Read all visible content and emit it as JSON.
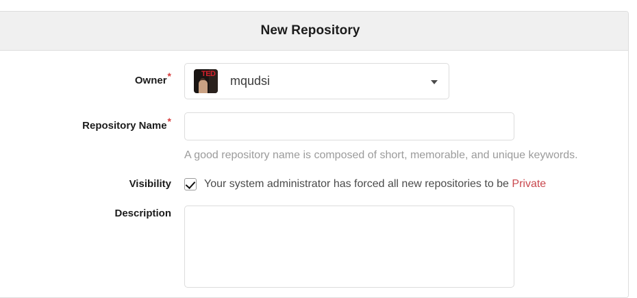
{
  "panel": {
    "title": "New Repository"
  },
  "form": {
    "owner": {
      "label": "Owner",
      "required_marker": "*",
      "selected": "mqudsi",
      "avatar_alt": "mqudsi-avatar",
      "avatar_logo_text": "TED",
      "caret": "chevron-down-icon"
    },
    "repository_name": {
      "label": "Repository Name",
      "required_marker": "*",
      "value": "",
      "placeholder": ""
    },
    "repository_name_help": "A good repository name is composed of short, memorable, and unique keywords.",
    "visibility": {
      "label": "Visibility",
      "checked": true,
      "text_before": "Your system administrator has forced all new repositories to be",
      "private_label": "Private"
    },
    "description": {
      "label": "Description",
      "value": "",
      "placeholder": ""
    }
  },
  "colors": {
    "required_star": "#d63c3c",
    "private_text": "#c9474d",
    "header_bg": "#f0f0f0",
    "panel_border": "#dddddd",
    "help_text": "#9b9b9b"
  }
}
